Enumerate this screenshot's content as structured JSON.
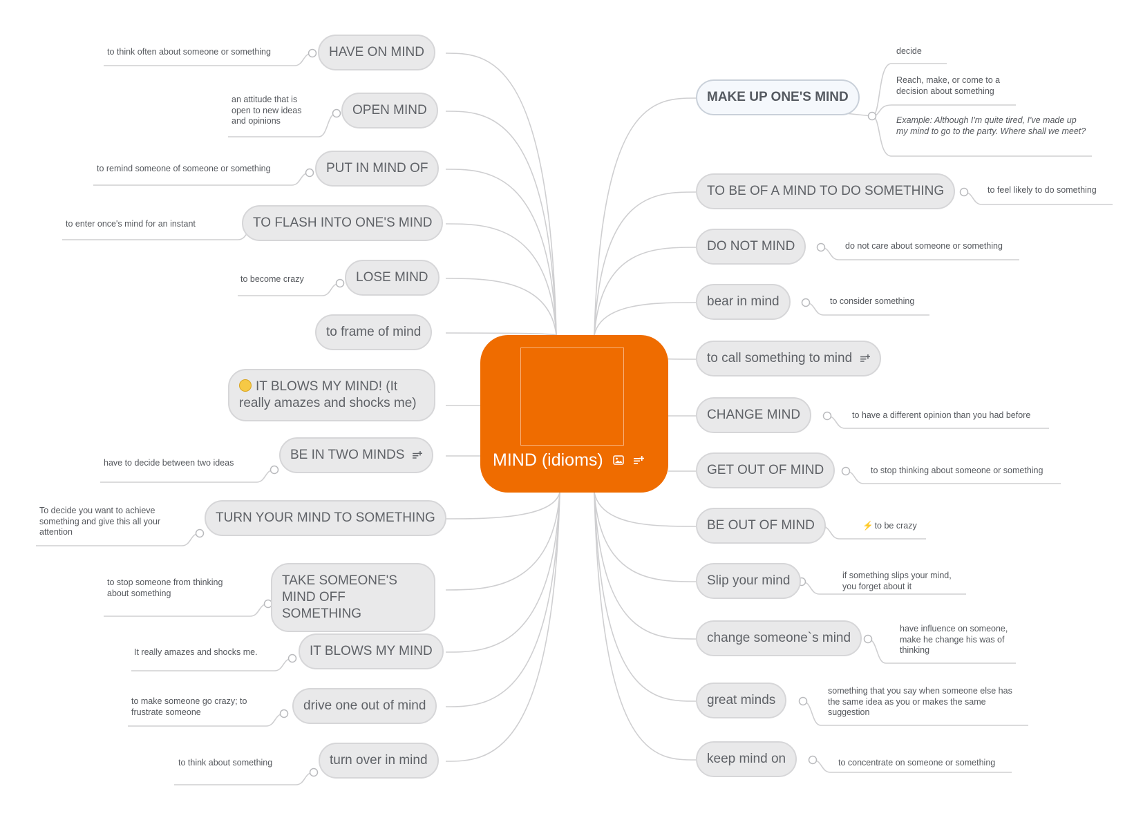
{
  "root": {
    "title": "MIND (idioms)",
    "image_icon": "image-icon",
    "note_icon": "note-add-icon",
    "color": "#ef6c00"
  },
  "left": [
    {
      "label": "HAVE ON MIND",
      "leaf": "to think often about someone or something"
    },
    {
      "label": "OPEN MIND",
      "leaf": "an attitude that is open to new ideas and opinions"
    },
    {
      "label": "PUT IN MIND OF",
      "leaf": "to remind someone of someone or something"
    },
    {
      "label": "TO FLASH INTO ONE'S MIND",
      "leaf": "to enter once's mind for an instant"
    },
    {
      "label": "LOSE MIND",
      "leaf": "to become crazy"
    },
    {
      "label": "to frame of mind",
      "leaf": ""
    },
    {
      "label": "IT BLOWS MY MIND! (It really amazes and shocks me)",
      "leaf": "",
      "emoji": "slightly-smiling-face-icon"
    },
    {
      "label": "BE IN TWO MINDS",
      "leaf": "have to decide between two ideas",
      "note": true
    },
    {
      "label": "TURN YOUR MIND TO SOMETHING",
      "leaf": "To decide you want to achieve something and give this all your attention"
    },
    {
      "label": "TAKE SOMEONE'S MIND OFF SOMETHING",
      "leaf": "to stop someone from thinking about something"
    },
    {
      "label": "IT BLOWS MY MIND",
      "leaf": "It really amazes and shocks me."
    },
    {
      "label": "drive one out of mind",
      "leaf": "to make someone go crazy; to frustrate someone"
    },
    {
      "label": "turn over in mind",
      "leaf": "to think about something"
    }
  ],
  "right": [
    {
      "label": "MAKE UP ONE'S MIND",
      "leaves": [
        "decide",
        "Reach, make, or come to a decision about something",
        "Example: Although I'm quite tired, I've made up my mind to go to the party. Where shall we meet?"
      ]
    },
    {
      "label": "TO BE OF A MIND TO DO SOMETHING",
      "leaf": "to feel likely to do something"
    },
    {
      "label": "DO NOT MIND",
      "leaf": "do not care about someone or something"
    },
    {
      "label": "bear in mind",
      "leaf": "to consider something"
    },
    {
      "label": "to call something to mind",
      "leaf": "",
      "note": true
    },
    {
      "label": "CHANGE MIND",
      "leaf": "to have a different opinion than you had before"
    },
    {
      "label": "GET OUT OF MIND",
      "leaf": "to stop thinking about someone or something"
    },
    {
      "label": "BE OUT OF MIND",
      "leaf": "to be crazy",
      "leaf_icon": "lightning-icon"
    },
    {
      "label": "Slip your mind",
      "leaf": "if something slips your mind, you forget about it"
    },
    {
      "label": "change someone`s mind",
      "leaf": "have influence on someone, make he change his was of thinking"
    },
    {
      "label": "great minds",
      "leaf": "something that you say when someone else has the same idea as you or makes the same suggestion"
    },
    {
      "label": "keep mind on",
      "leaf": "to concentrate on someone or something"
    }
  ],
  "colors": {
    "node_bg": "#e9e9ea",
    "node_border": "#d6d6d8",
    "edge": "#cfcfd1",
    "text": "#5f6267"
  }
}
